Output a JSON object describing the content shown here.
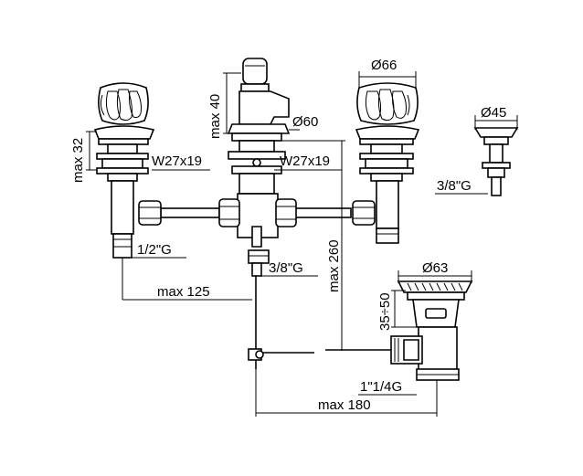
{
  "drawing": {
    "labels": {
      "max_32": "max 32",
      "max_40": "max 40",
      "d66": "Ø66",
      "d60": "Ø60",
      "d45": "Ø45",
      "w27_left": "W27x19",
      "w27_center": "W27x19",
      "g38_right": "3/8\"G",
      "g12": "1/2\"G",
      "g38_center": "3/8\"G",
      "max_125": "max 125",
      "max_260": "max 260",
      "d63": "Ø63",
      "range_35_50": "35÷50",
      "g114": "1\"1/4G",
      "max_180": "max 180"
    }
  }
}
